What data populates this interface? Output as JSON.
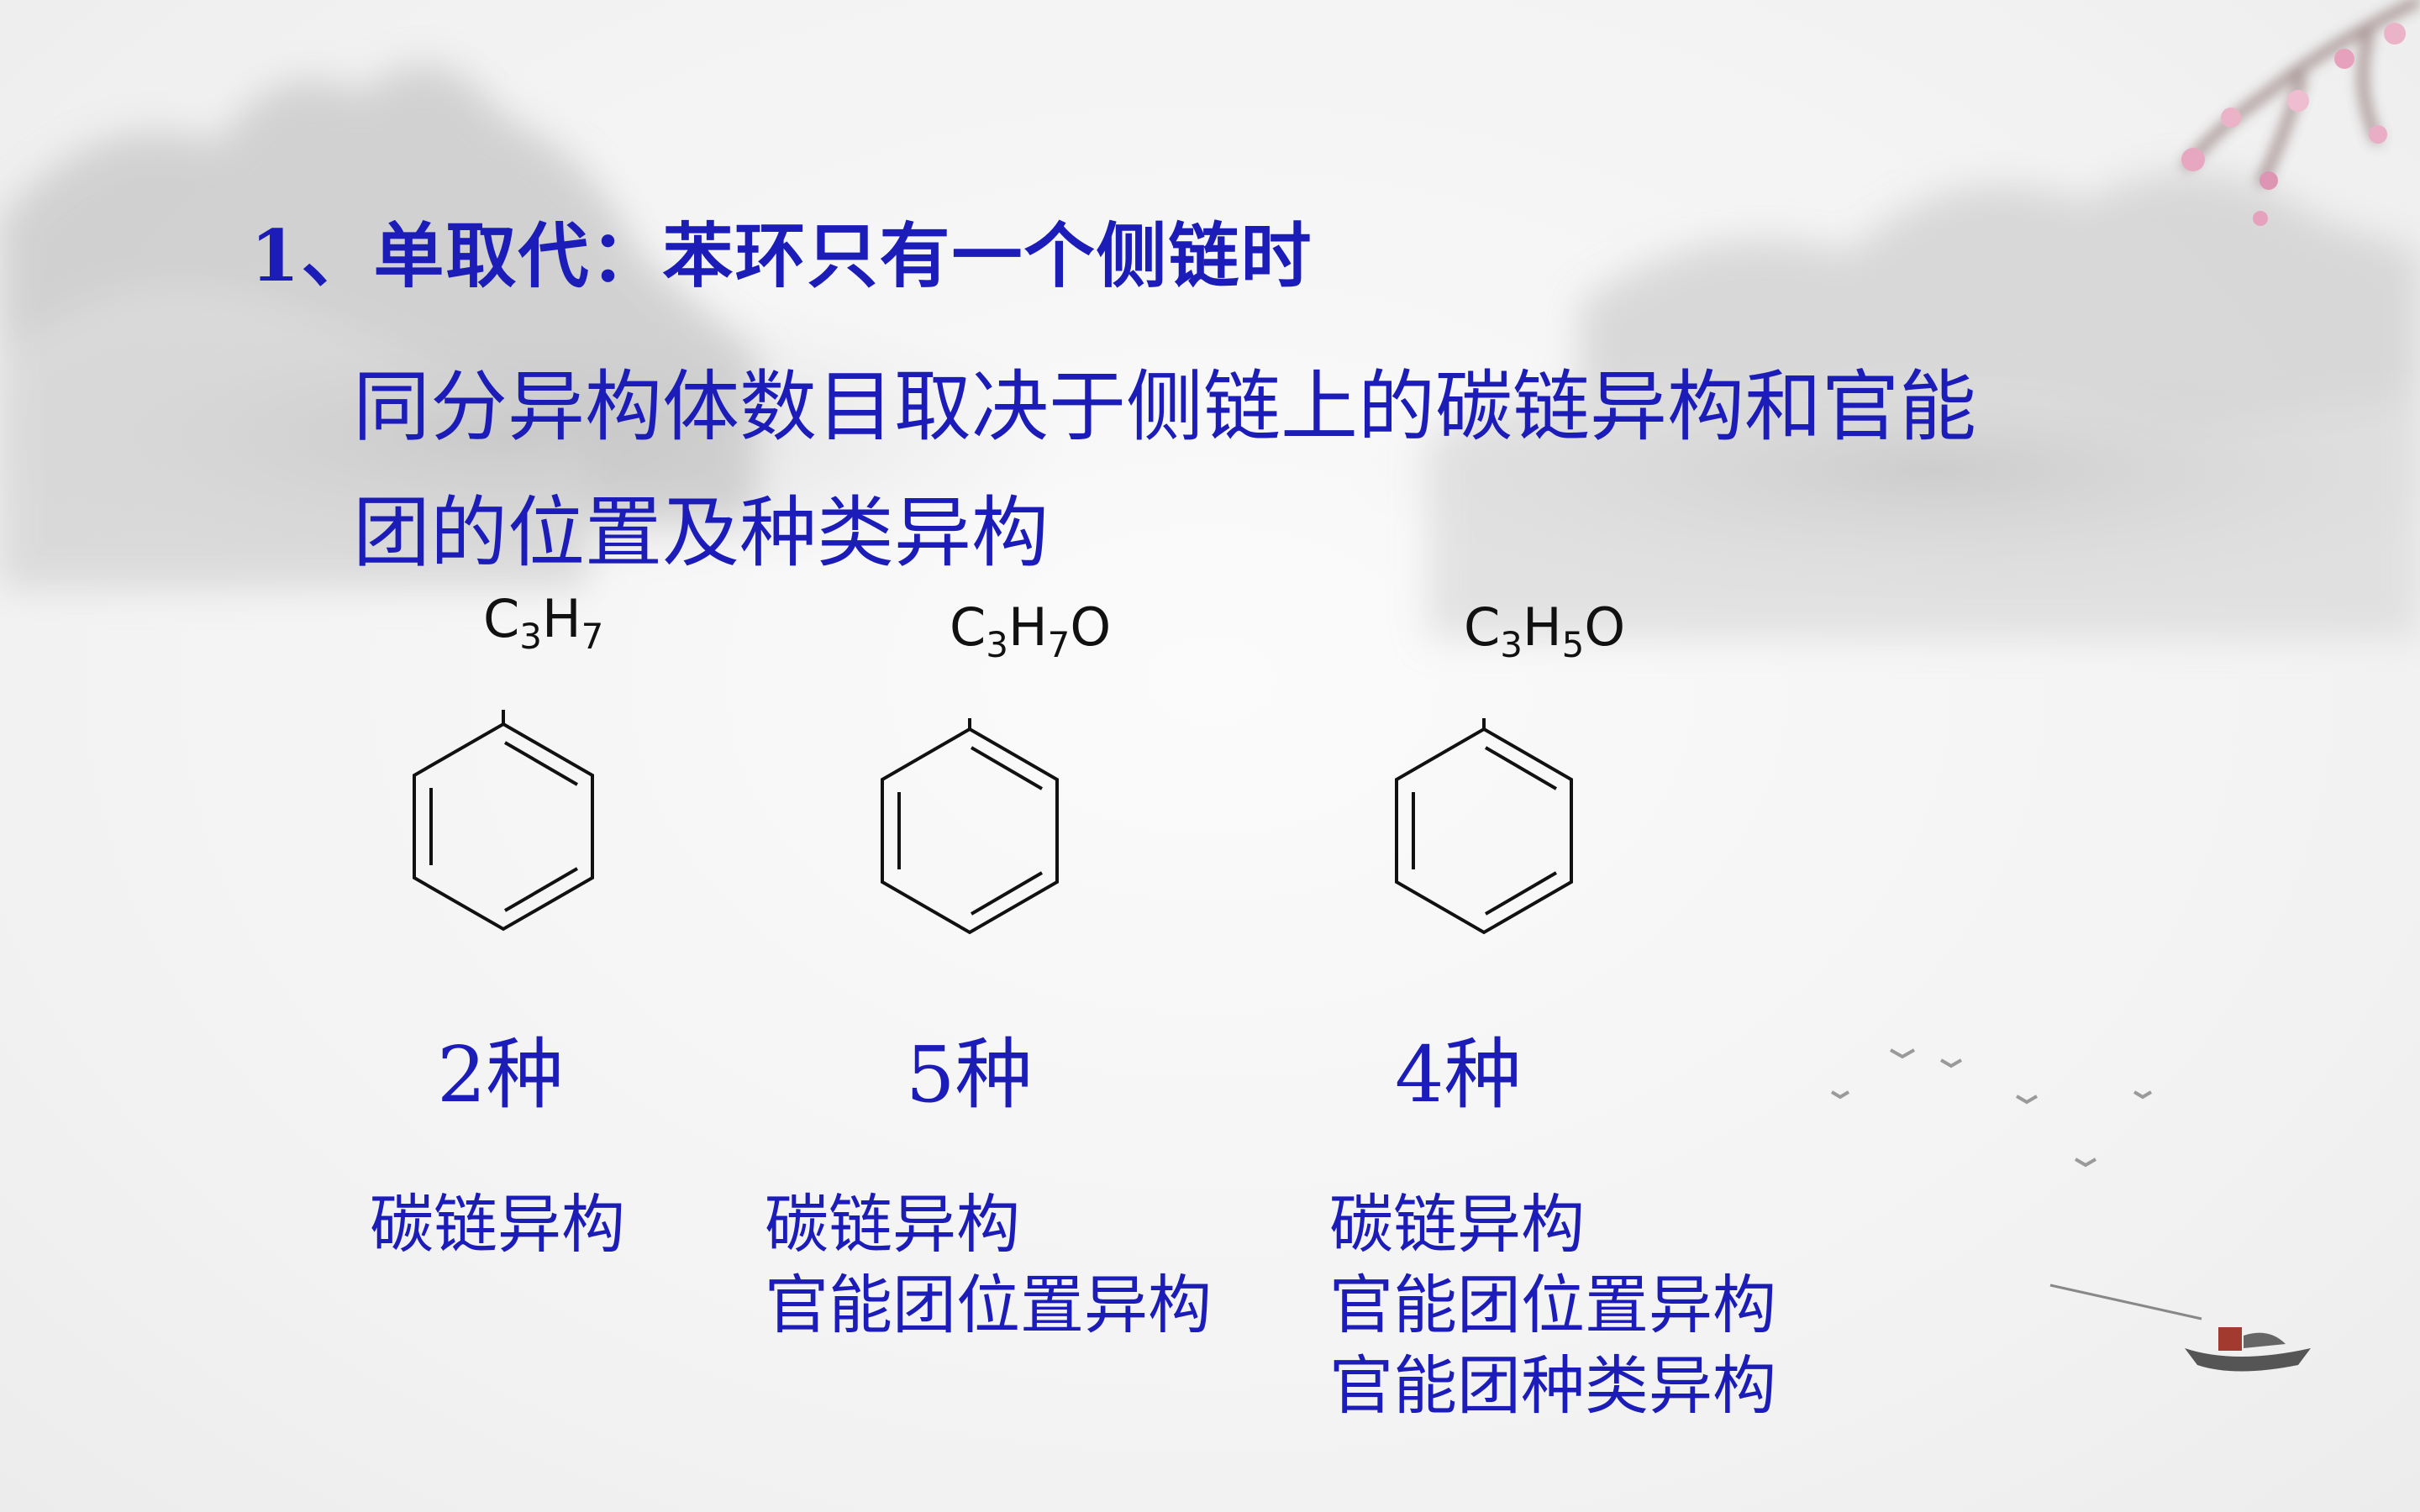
{
  "title": "1、单取代：苯环只有一个侧链时",
  "description": {
    "line1": "同分异构体数目取决于侧链上的碳链异构和官能",
    "line2": "团的位置及种类异构"
  },
  "molecules": [
    {
      "formula": {
        "c": "C",
        "c_sub": "3",
        "h": "H",
        "h_sub": "7",
        "tail": ""
      },
      "count": "2种",
      "notes": [
        "碳链异构"
      ]
    },
    {
      "formula": {
        "c": "C",
        "c_sub": "3",
        "h": "H",
        "h_sub": "7",
        "tail": "O"
      },
      "count": "5种",
      "notes": [
        "碳链异构",
        "官能团位置异构"
      ]
    },
    {
      "formula": {
        "c": "C",
        "c_sub": "3",
        "h": "H",
        "h_sub": "5",
        "tail": "O"
      },
      "count": "4种",
      "notes": [
        "碳链异构",
        "官能团位置异构",
        "官能团种类异构"
      ]
    }
  ],
  "colors": {
    "text_accent": "#1c1cb8",
    "structure": "#111111"
  }
}
